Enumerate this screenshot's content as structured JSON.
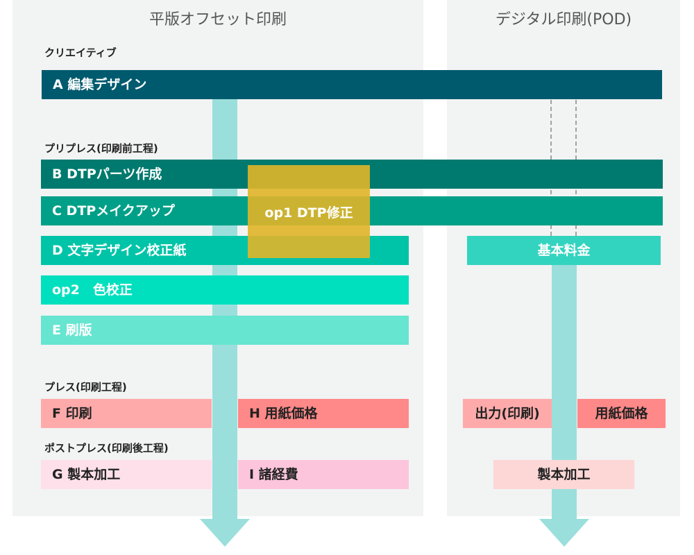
{
  "columns": {
    "offset": "平版オフセット印刷",
    "digital": "デジタル印刷(POD)"
  },
  "sections": {
    "creative": "クリエイティブ",
    "prepress": "プリプレス(印刷前工程)",
    "press": "プレス(印刷工程)",
    "postpress": "ポストプレス(印刷後工程)"
  },
  "steps": {
    "a": "A  編集デザイン",
    "b": "B  DTPパーツ作成",
    "c": "C  DTPメイクアップ",
    "d": "D  文字デザイン校正紙",
    "op2": "op2　色校正",
    "e": "E  刷版",
    "f": "F  印刷",
    "h": "H  用紙価格",
    "g": "G  製本加工",
    "i": "I  諸経費",
    "op1": "op1  DTP修正"
  },
  "pod": {
    "base_fee": "基本料金",
    "output": "出力(印刷)",
    "paper": "用紙価格",
    "binding": "製本加工"
  },
  "colors": {
    "a": "#005a6e",
    "b": "#007a6e",
    "c": "#00a088",
    "d": "#00c4a8",
    "op2": "#00e0bf",
    "e": "#66e5d0",
    "base_fee": "#33d4bf",
    "f": "#ffaaaa",
    "h": "#ff8888",
    "g": "#fde0ea",
    "i": "#fcc5dc",
    "binding_pod": "#fdd6d6",
    "arrow": "#9adfdc",
    "op1": "#e1b528",
    "panel": "#f2f3f3"
  }
}
